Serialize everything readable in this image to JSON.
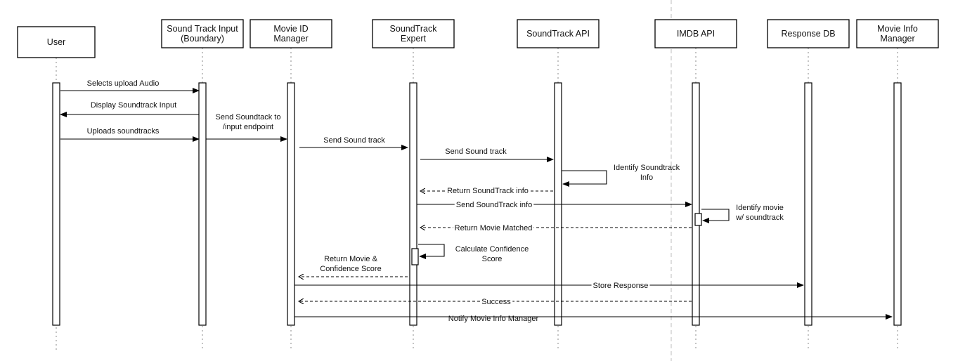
{
  "actors": [
    {
      "id": "user",
      "lines": [
        "User"
      ]
    },
    {
      "id": "stinput",
      "lines": [
        "Sound Track Input",
        "(Boundary)"
      ]
    },
    {
      "id": "movieid",
      "lines": [
        "Movie ID",
        "Manager"
      ]
    },
    {
      "id": "expert",
      "lines": [
        "SoundTrack",
        "Expert"
      ]
    },
    {
      "id": "stapi",
      "lines": [
        "SoundTrack API"
      ]
    },
    {
      "id": "imdb",
      "lines": [
        "IMDB API"
      ]
    },
    {
      "id": "respdb",
      "lines": [
        "Response DB"
      ]
    },
    {
      "id": "movieinfo",
      "lines": [
        "Movie Info",
        "Manager"
      ]
    }
  ],
  "messages": [
    {
      "id": "m1",
      "lines": [
        "Selects upload Audio"
      ]
    },
    {
      "id": "m2",
      "lines": [
        "Display Soundtrack Input"
      ]
    },
    {
      "id": "m3",
      "lines": [
        "Uploads soundtracks"
      ]
    },
    {
      "id": "m4",
      "lines": [
        "Send Soundtack to",
        "/input endpoint"
      ]
    },
    {
      "id": "m5",
      "lines": [
        "Send Sound track"
      ]
    },
    {
      "id": "m6",
      "lines": [
        "Send Sound track"
      ]
    },
    {
      "id": "m7",
      "lines": [
        "Identify Soundtrack",
        "Info"
      ]
    },
    {
      "id": "m8",
      "lines": [
        "Return SoundTrack info"
      ]
    },
    {
      "id": "m9",
      "lines": [
        "Send SoundTrack info"
      ]
    },
    {
      "id": "m10",
      "lines": [
        "Identify movie",
        "w/ soundtrack"
      ]
    },
    {
      "id": "m11",
      "lines": [
        "Return Movie Matched"
      ]
    },
    {
      "id": "m12",
      "lines": [
        "Calculate Confidence",
        "Score"
      ]
    },
    {
      "id": "m13",
      "lines": [
        "Return Movie &",
        "Confidence Score"
      ]
    },
    {
      "id": "m14",
      "lines": [
        "Store Response"
      ]
    },
    {
      "id": "m15",
      "lines": [
        "Success"
      ]
    },
    {
      "id": "m16",
      "lines": [
        "Notify Movie Info Manager"
      ]
    }
  ]
}
